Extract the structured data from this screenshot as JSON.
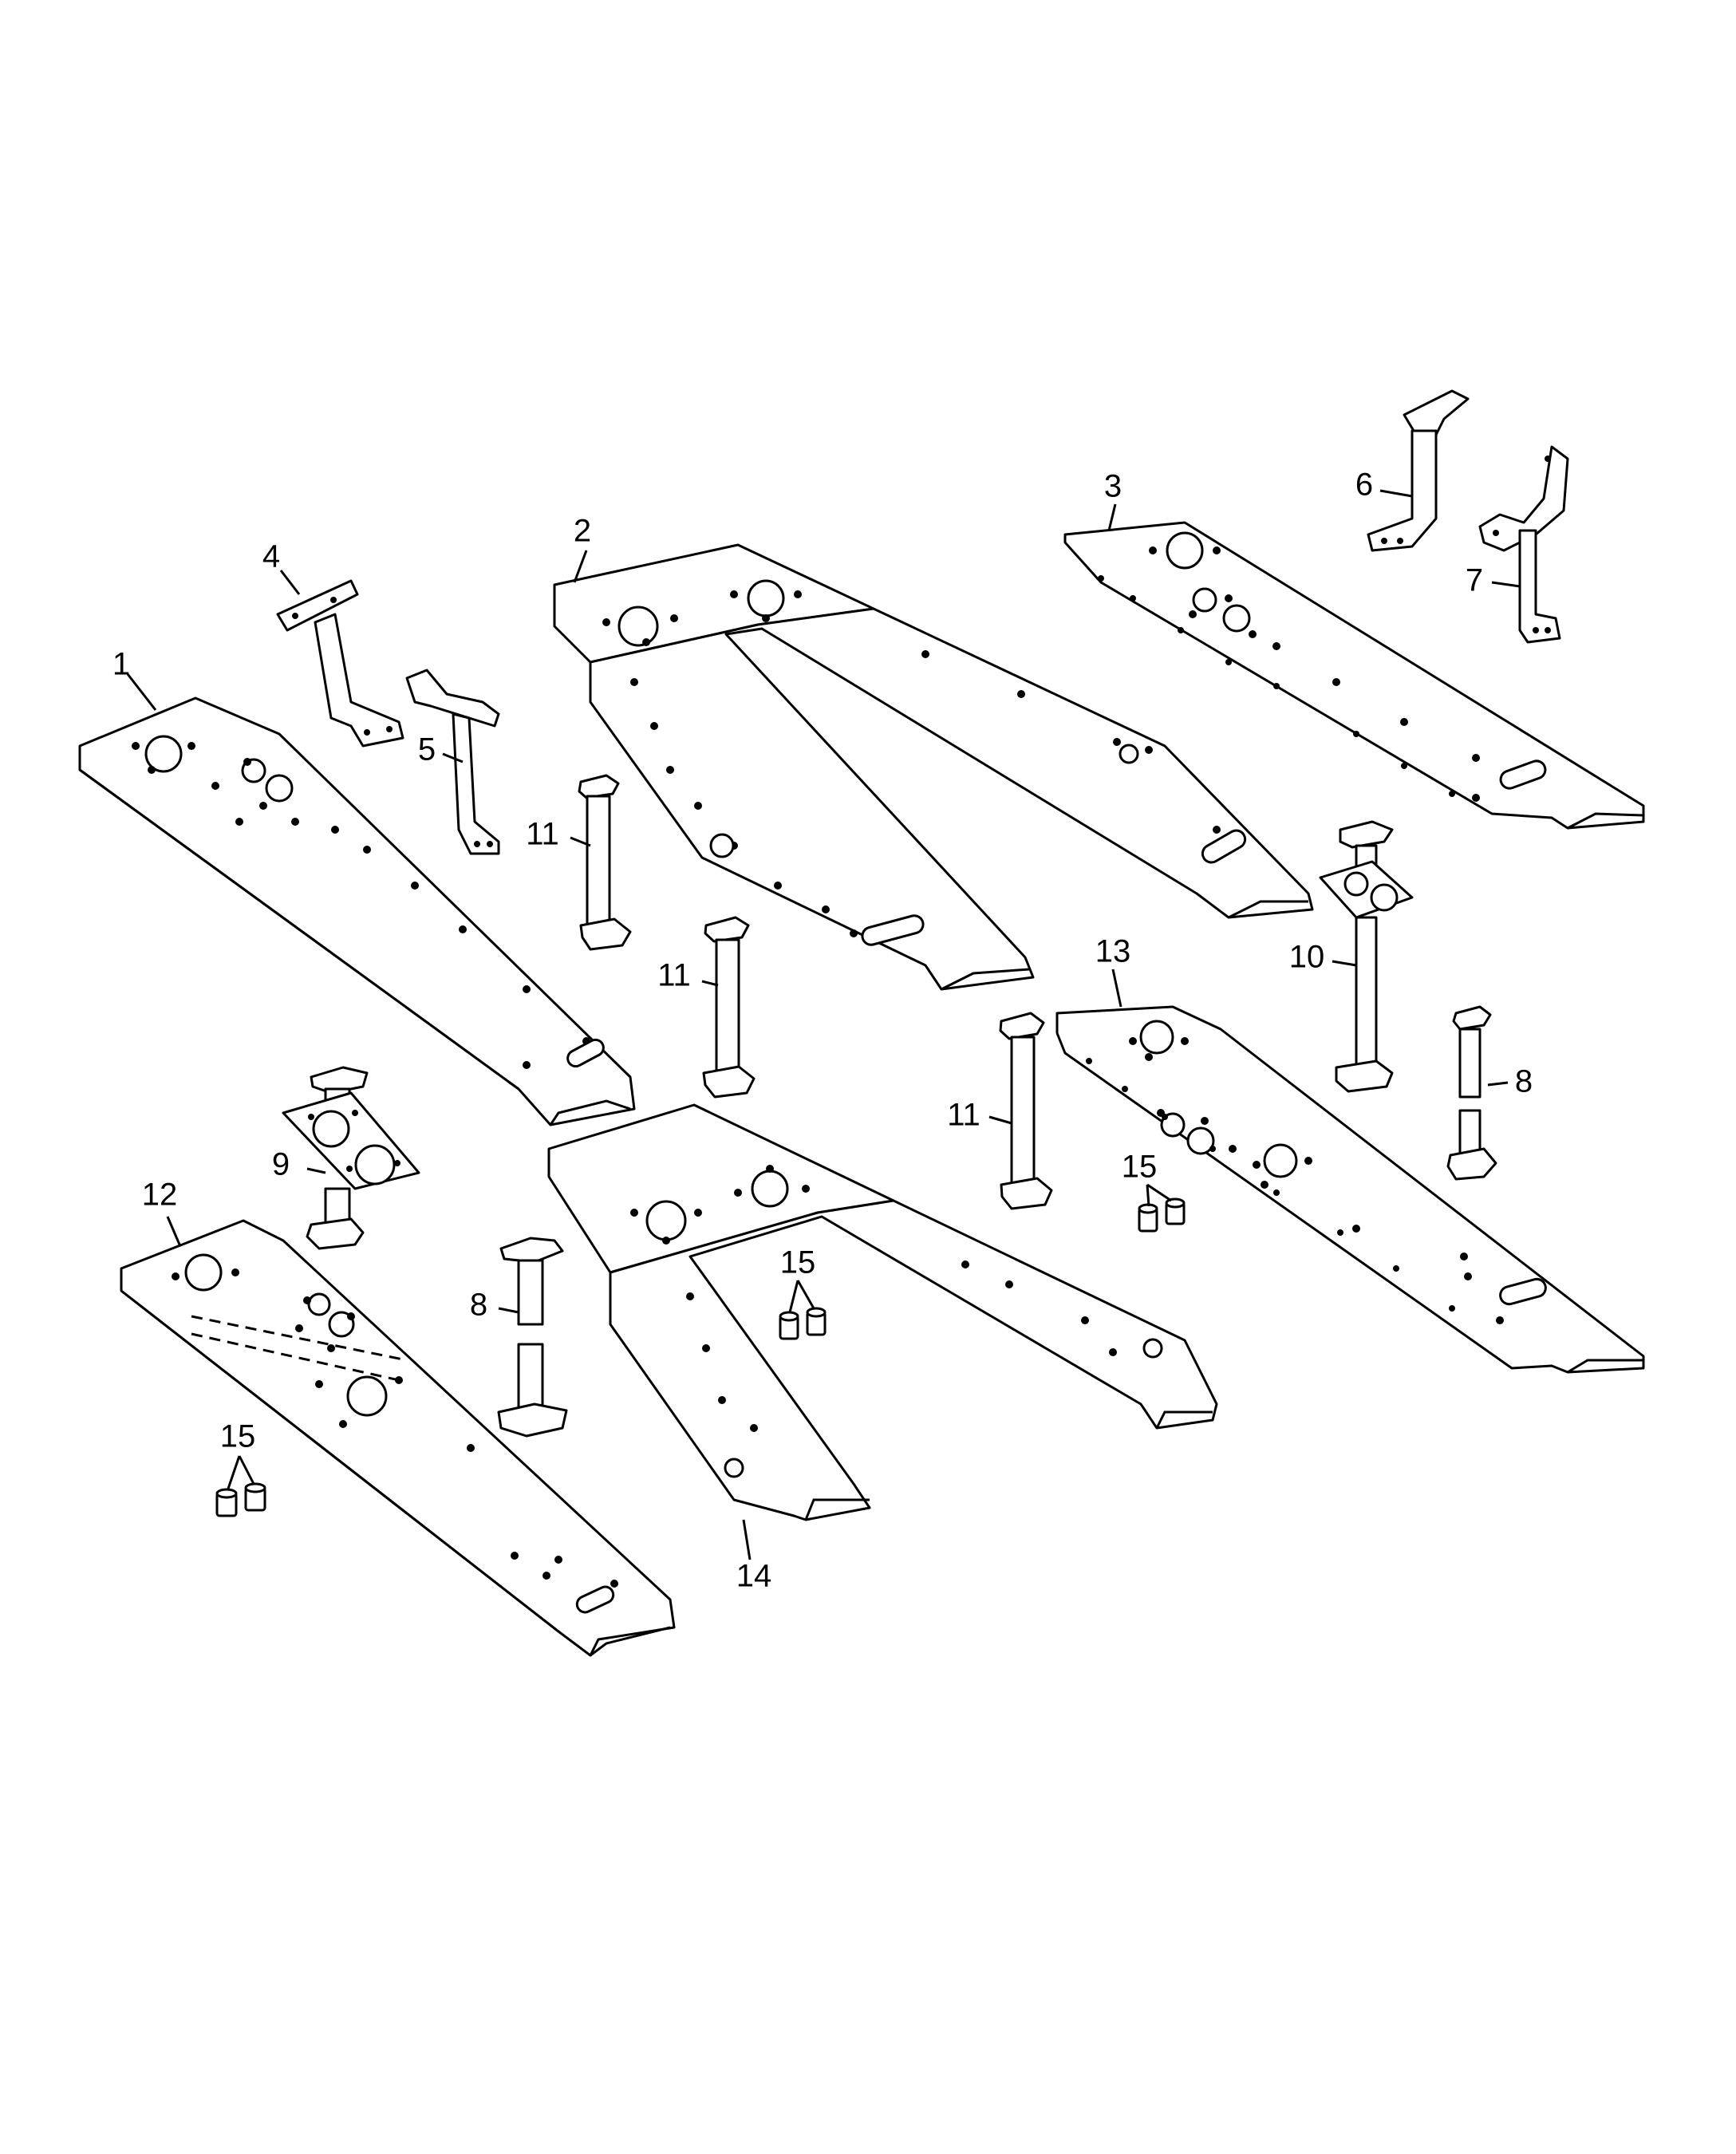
{
  "diagram": {
    "callouts": [
      {
        "id": "1",
        "label": "1"
      },
      {
        "id": "2",
        "label": "2"
      },
      {
        "id": "3",
        "label": "3"
      },
      {
        "id": "4",
        "label": "4"
      },
      {
        "id": "5",
        "label": "5"
      },
      {
        "id": "6",
        "label": "6"
      },
      {
        "id": "7",
        "label": "7"
      },
      {
        "id": "8a",
        "label": "8"
      },
      {
        "id": "8b",
        "label": "8"
      },
      {
        "id": "9",
        "label": "9"
      },
      {
        "id": "10",
        "label": "10"
      },
      {
        "id": "11a",
        "label": "11"
      },
      {
        "id": "11b",
        "label": "11"
      },
      {
        "id": "11c",
        "label": "11"
      },
      {
        "id": "12",
        "label": "12"
      },
      {
        "id": "13",
        "label": "13"
      },
      {
        "id": "14",
        "label": "14"
      },
      {
        "id": "15a",
        "label": "15"
      },
      {
        "id": "15b",
        "label": "15"
      },
      {
        "id": "15c",
        "label": "15"
      }
    ]
  }
}
